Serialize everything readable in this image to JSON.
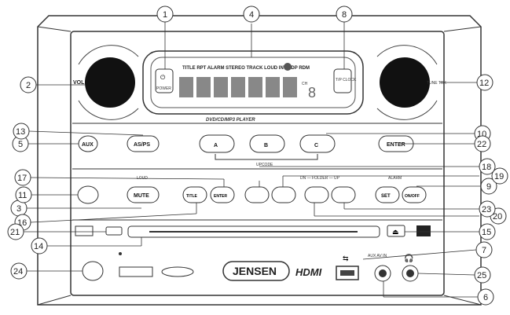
{
  "callouts": [
    "1",
    "2",
    "3",
    "4",
    "5",
    "6",
    "7",
    "8",
    "9",
    "10",
    "11",
    "12",
    "13",
    "14",
    "15",
    "16",
    "17",
    "18",
    "19",
    "20",
    "21",
    "22",
    "23",
    "24",
    "25"
  ],
  "volume_label": "VOL",
  "tune_label": "TUNE TRK",
  "power_label": "POWER",
  "tp_label": "T/P CLOCK",
  "display_segments": "TITLE RPT ALARM STEREO TRACK LOUD INT RDP RDM",
  "display_ch": "CH",
  "display_digit": "8",
  "model_text": "DVD/CD/MP3 PLAYER",
  "buttons": {
    "aux": "AUX",
    "asps": "AS/PS",
    "a": "A",
    "b": "B",
    "c": "C",
    "enter": "ENTER",
    "mute": "MUTE",
    "title": "TITLE",
    "enter2": "ENTER",
    "set": "SET",
    "onoff": "ON/OFF"
  },
  "labels": {
    "loud": "LOUD",
    "upcode": "UPCODE",
    "folder": "DN — FOLDER — UP",
    "alarm": "ALARM"
  },
  "jack_label": "AUX AV IN",
  "brand": "JENSEN",
  "hdmi": "HDMI"
}
